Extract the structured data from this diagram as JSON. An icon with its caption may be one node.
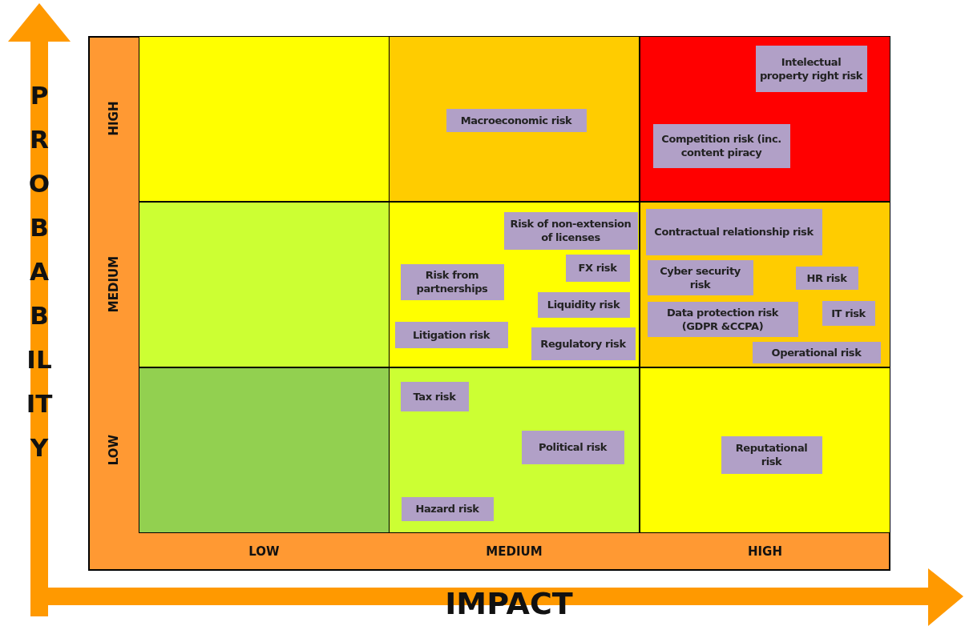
{
  "diagram": {
    "nodes": [
      {
        "text": [],
        "shape": "box"
      },
      {
        "text": [],
        "shape": "box"
      },
      {
        "text": [
          "Macroeconomic risk"
        ],
        "in": 1
      },
      {
        "text": [],
        "shape": "box"
      },
      {
        "text": [
          "Intelectual property right risk"
        ],
        "in": 3
      },
      {
        "text": [
          "Competition risk (inc. content piracy"
        ],
        "in": 3
      },
      {
        "text": [],
        "shape": "box"
      },
      {
        "text": [],
        "shape": "box"
      },
      {
        "text": [
          "Risk of non-extension of licenses"
        ],
        "in": 7
      },
      {
        "text": [
          "FX risk"
        ],
        "in": 7
      },
      {
        "text": [
          "Risk from partnerships"
        ],
        "in": 7
      },
      {
        "text": [
          "Liquidity risk"
        ],
        "in": 7
      },
      {
        "text": [
          "Litigation risk"
        ],
        "in": 7
      },
      {
        "text": [
          "Regulatory risk"
        ],
        "in": 7
      },
      {
        "text": [],
        "shape": "box"
      },
      {
        "text": [
          "Contractual relationship risk"
        ],
        "in": 14
      },
      {
        "text": [
          "Cyber security risk"
        ],
        "in": 14
      },
      {
        "text": [
          "HR risk"
        ],
        "in": 14
      },
      {
        "text": [
          "Data protection risk (GDPR &CCPA)"
        ],
        "in": 14
      },
      {
        "text": [
          "IT risk"
        ],
        "in": 14
      },
      {
        "text": [
          "Operational risk"
        ],
        "in": 14
      },
      {
        "text": [],
        "shape": "box"
      },
      {
        "text": [],
        "shape": "box"
      },
      {
        "text": [
          "Tax risk"
        ],
        "in": 22
      },
      {
        "text": [
          "Political risk"
        ],
        "in": 22
      },
      {
        "text": [
          "Hazard risk"
        ],
        "in": 22
      },
      {
        "text": [],
        "shape": "box"
      },
      {
        "text": [
          "Reputational risk"
        ],
        "in": 26
      }
    ],
    "labels": [
      "PROBABILITY",
      "HIGH",
      "MEDIUM",
      "LOW",
      "LOW",
      "MEDIUM",
      "HIGH",
      "IMPACT"
    ]
  }
}
